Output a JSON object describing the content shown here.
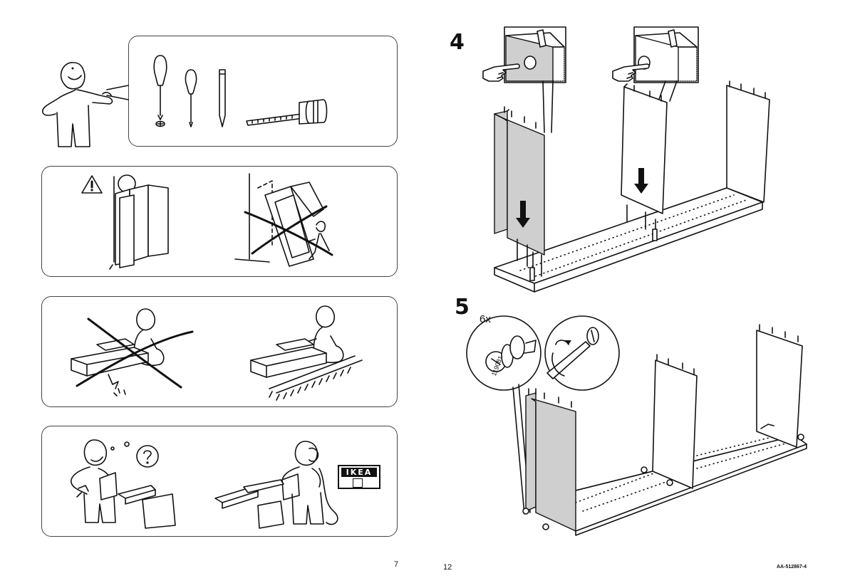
{
  "page": {
    "left_page_number": "7",
    "right_page_number": "12",
    "document_code": "AA-512867-4"
  },
  "steps": [
    {
      "number": "4"
    },
    {
      "number": "5",
      "quantity": "6x",
      "part_number": "119081"
    }
  ],
  "panels": {
    "support_brand_sign": "IKEA"
  },
  "icons": [
    "person-pointing-icon",
    "screwdriver-phillips-icon",
    "screwdriver-flat-icon",
    "pencil-icon",
    "tape-measure-icon",
    "warning-icon",
    "wall-anchor-icon",
    "falling-cabinet-icon",
    "cross-out-icon",
    "person-on-rug-icon",
    "confused-person-icon",
    "question-mark-icon",
    "person-phone-icon",
    "store-sign-icon",
    "arrow-down-icon",
    "pointing-hand-icon",
    "cam-lock-icon"
  ]
}
